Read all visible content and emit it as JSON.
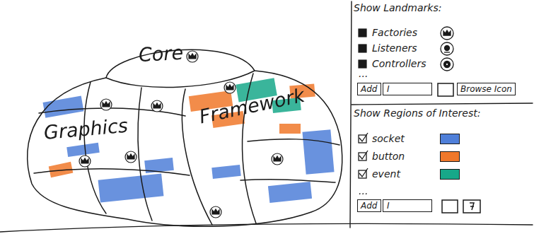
{
  "diagram": {
    "nodes": [
      {
        "text": [
          "Core"
        ]
      },
      {
        "text": [
          "Graphics"
        ]
      },
      {
        "text": [
          "Framework"
        ]
      },
      {
        "text": [
          "Show Landmarks:"
        ]
      },
      {
        "text": [
          "Add"
        ],
        "in": 3
      },
      {
        "text": [
          "I"
        ],
        "in": 3
      },
      {
        "text": [
          "Browse Icon"
        ],
        "in": 3
      },
      {
        "text": [
          "Show Regions of Interest:"
        ]
      },
      {
        "text": [
          "Add"
        ],
        "in": 7
      },
      {
        "text": [
          "I"
        ],
        "in": 7
      }
    ],
    "labels": [
      "Factories",
      "Listeners",
      "Controllers",
      "...",
      "..."
    ],
    "legend": [
      {
        "text": "socket",
        "color": "#4f7fd9"
      },
      {
        "text": "button",
        "color": "#f0782a"
      },
      {
        "text": "event",
        "color": "#17a889"
      }
    ]
  }
}
